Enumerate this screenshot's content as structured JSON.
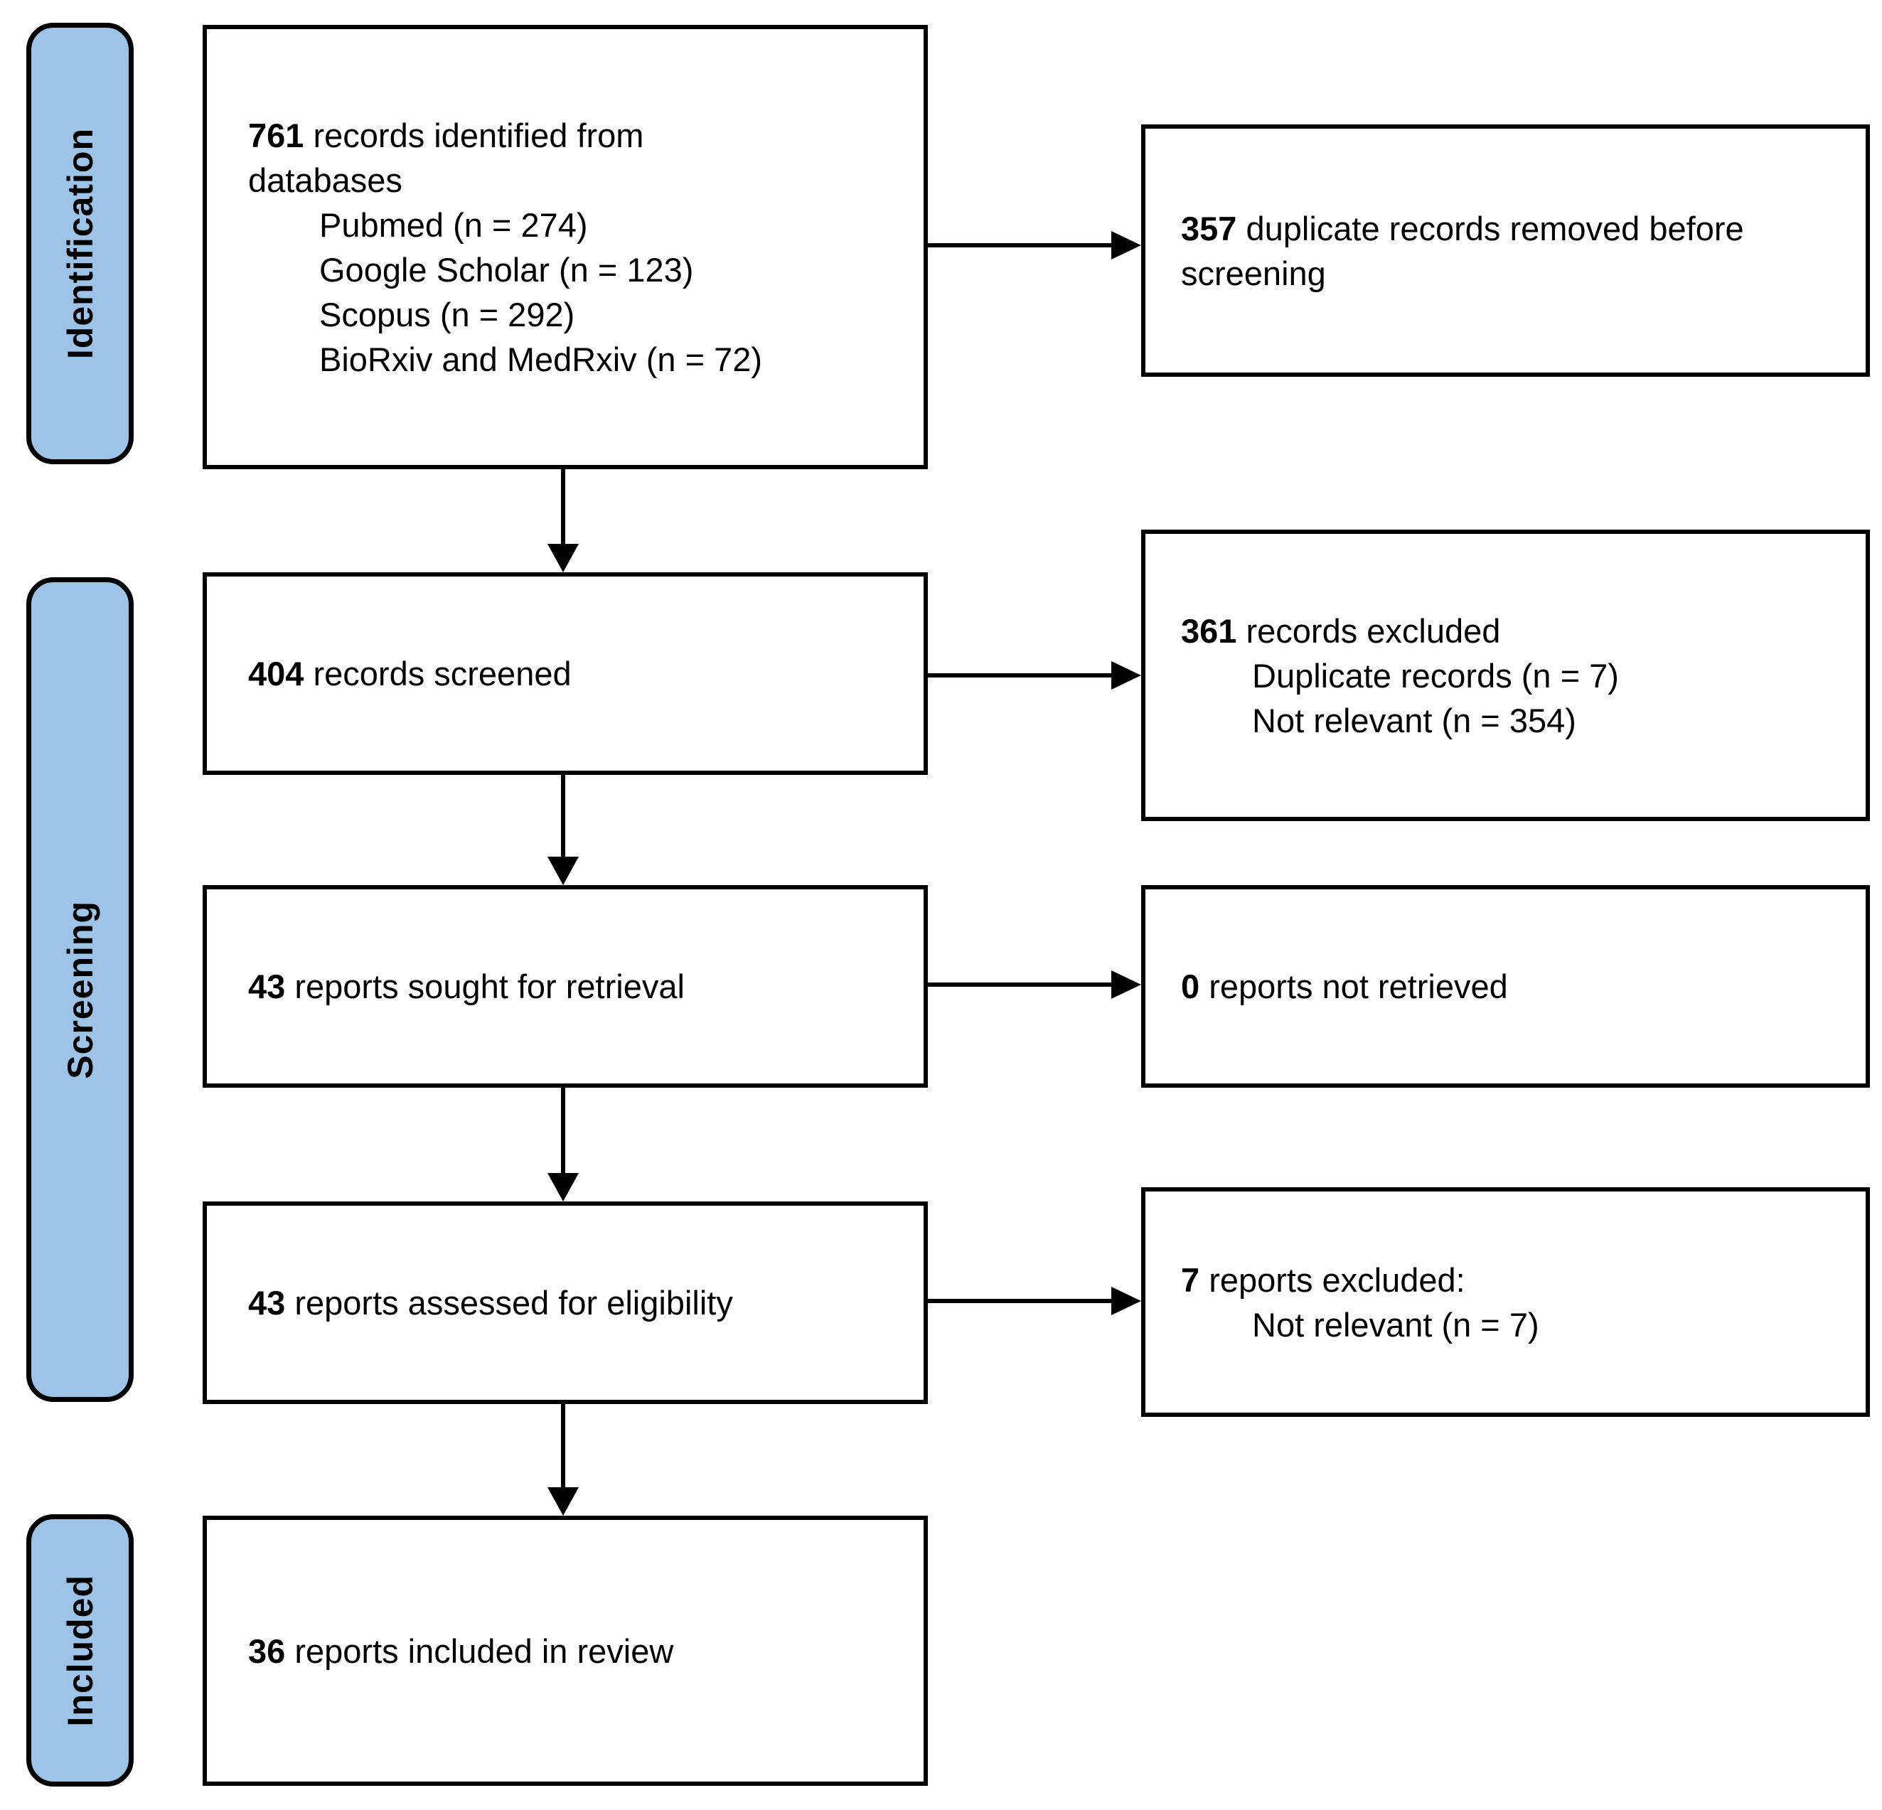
{
  "colors": {
    "stage_fill": "#9DC3E6",
    "line": "#000000",
    "background": "#FFFFFF"
  },
  "stages": [
    {
      "label": "Identification"
    },
    {
      "label": "Screening"
    },
    {
      "label": "Included"
    }
  ],
  "boxes": {
    "identified": {
      "number": "761",
      "text": "records identified from databases",
      "items": [
        "Pubmed (n = 274)",
        "Google Scholar (n = 123)",
        "Scopus (n = 292)",
        "BioRxiv and MedRxiv (n = 72)"
      ]
    },
    "duplicates_removed": {
      "number": "357",
      "text": "duplicate records removed before screening"
    },
    "screened": {
      "number": "404",
      "text": "records screened"
    },
    "records_excluded": {
      "number": "361",
      "text": "records excluded",
      "items": [
        "Duplicate records (n = 7)",
        "Not relevant (n = 354)"
      ]
    },
    "sought": {
      "number": "43",
      "text": "reports sought for retrieval"
    },
    "not_retrieved": {
      "number": "0",
      "text": "reports not retrieved"
    },
    "assessed": {
      "number": "43",
      "text": "reports assessed for eligibility"
    },
    "reports_excluded": {
      "number": "7",
      "text": "reports excluded:",
      "items": [
        "Not relevant (n = 7)"
      ]
    },
    "included": {
      "number": "36",
      "text": "reports included in review"
    }
  }
}
